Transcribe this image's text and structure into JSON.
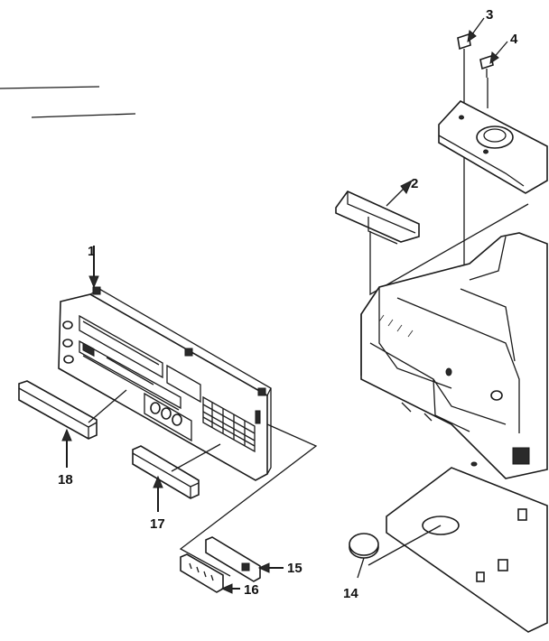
{
  "diagram": {
    "callouts": [
      {
        "id": "1",
        "label": "1"
      },
      {
        "id": "2",
        "label": "2"
      },
      {
        "id": "3",
        "label": "3"
      },
      {
        "id": "4",
        "label": "4"
      },
      {
        "id": "14",
        "label": "14"
      },
      {
        "id": "15",
        "label": "15"
      },
      {
        "id": "16",
        "label": "16"
      },
      {
        "id": "17",
        "label": "17"
      },
      {
        "id": "18",
        "label": "18"
      }
    ],
    "colors": {
      "ink": "#1a1a1a",
      "background": "#ffffff"
    }
  }
}
